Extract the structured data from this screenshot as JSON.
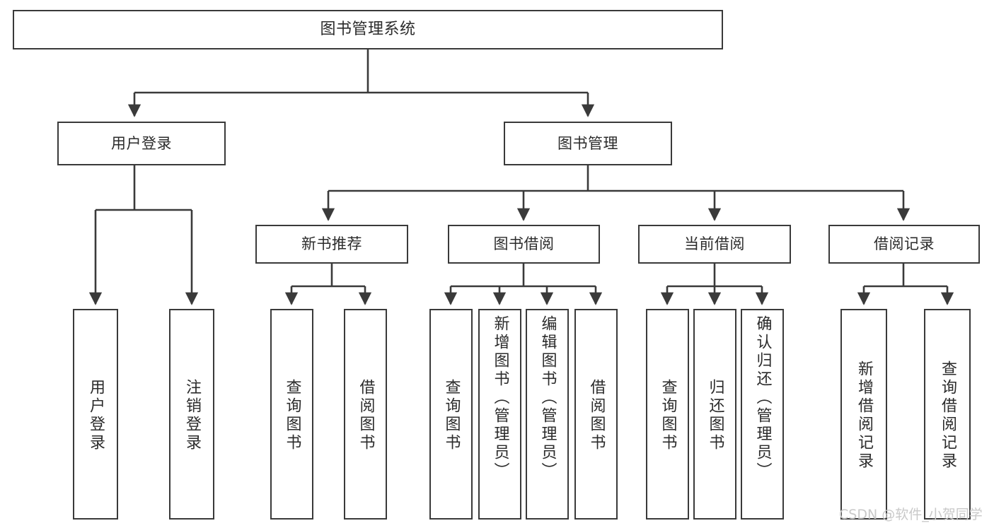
{
  "diagram": {
    "type": "tree",
    "title": "图书管理系统",
    "orientation": "top-down",
    "colors": {
      "background": "#ffffff",
      "box_border": "#3a3a3a",
      "box_fill": "#ffffff",
      "connector": "#3a3a3a",
      "text": "#2b2b2b",
      "watermark": "#c9c9c9"
    }
  },
  "nodes": {
    "root": {
      "label": "图书管理系统"
    },
    "level1": [
      {
        "label": "用户登录"
      },
      {
        "label": "图书管理"
      }
    ],
    "level2": [
      {
        "label": "新书推荐"
      },
      {
        "label": "图书借阅"
      },
      {
        "label": "当前借阅"
      },
      {
        "label": "借阅记录"
      }
    ],
    "leaves": {
      "user_login": [
        {
          "label": "用户登录"
        },
        {
          "label": "注销登录"
        }
      ],
      "new_book_recommend": [
        {
          "label": "查询图书"
        },
        {
          "label": "借阅图书"
        }
      ],
      "book_borrow": [
        {
          "label": "查询图书"
        },
        {
          "label": "新增图书（管理员）"
        },
        {
          "label": "编辑图书（管理员）"
        },
        {
          "label": "借阅图书"
        }
      ],
      "current_borrow": [
        {
          "label": "查询图书"
        },
        {
          "label": "归还图书"
        },
        {
          "label": "确认归还（管理员）"
        }
      ],
      "borrow_record": [
        {
          "label": "新增借阅记录"
        },
        {
          "label": "查询借阅记录"
        }
      ]
    }
  },
  "watermark": {
    "text": "CSDN @软件_小贺同学"
  }
}
